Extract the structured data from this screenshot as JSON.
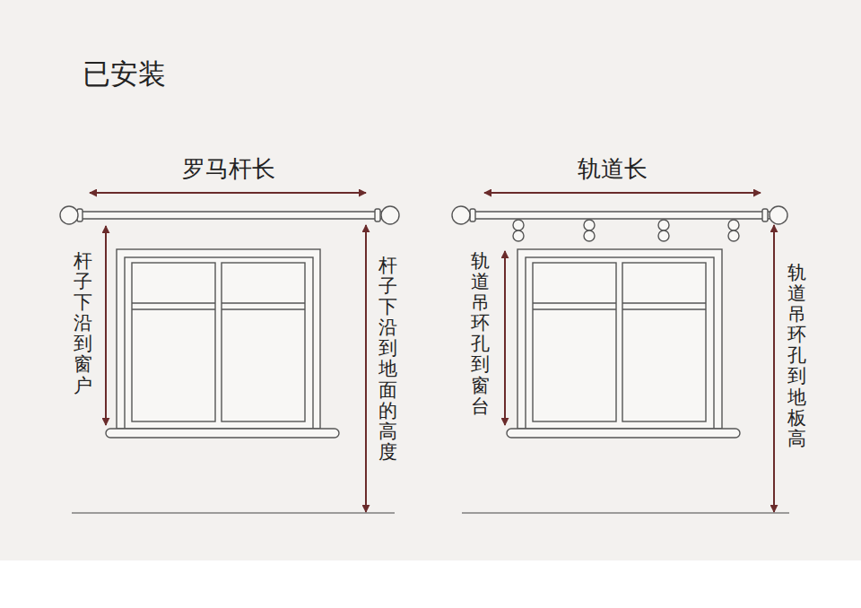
{
  "diagram": {
    "title": "已安装",
    "labels": [
      "罗马杆长",
      "杆子下沿到窗户",
      "杆子下沿到地面的高度",
      "轨道长",
      "轨道吊环孔到窗台",
      "轨道吊环孔到地板高"
    ]
  }
}
